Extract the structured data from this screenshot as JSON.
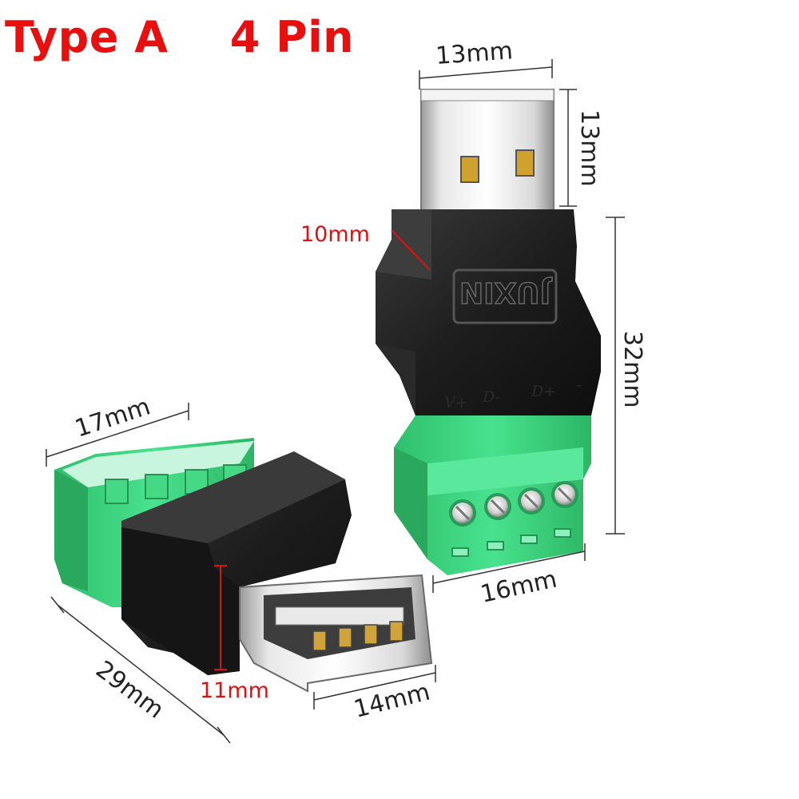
{
  "title": "Type A    4 Pin",
  "brand": "JUXIN",
  "pin_labels": [
    "V+",
    "D-",
    "D+",
    "-"
  ],
  "dimensions": {
    "plug_width": "13mm",
    "plug_length": "13mm",
    "plug_thickness": "10mm",
    "male_total_length": "32mm",
    "male_terminal_width": "16mm",
    "female_terminal_width": "17mm",
    "female_total_length": "29mm",
    "socket_height": "11mm",
    "socket_width": "14mm"
  },
  "colors": {
    "title": "#e8100f",
    "terminal_green": "#3ddc84",
    "housing_black": "#1c1c1c",
    "red_dimension": "#e01010"
  }
}
